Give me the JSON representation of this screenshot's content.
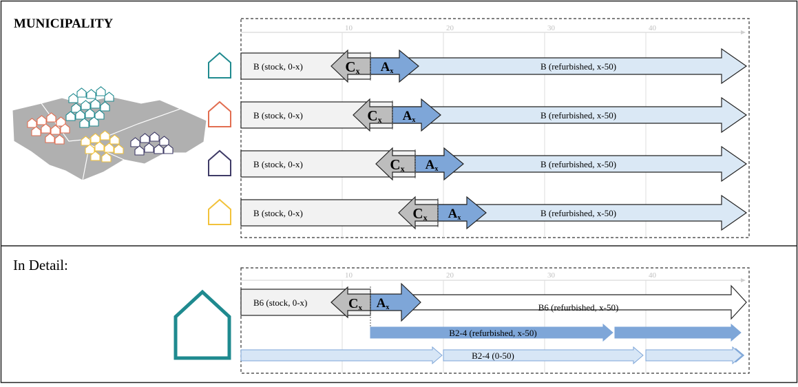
{
  "municipality": {
    "title": "MUNICIPALITY",
    "timeline_ticks": [
      "10",
      "20",
      "30",
      "40"
    ],
    "buildings": [
      {
        "color": "#1f8a8f",
        "stock_label": "B (stock, 0-x)",
        "refurb_label": "B (refurbished, x-50)",
        "c_label": "C",
        "a_label": "A",
        "sub": "x"
      },
      {
        "color": "#e26d50",
        "stock_label": "B (stock, 0-x)",
        "refurb_label": "B (refurbished, x-50)",
        "c_label": "C",
        "a_label": "A",
        "sub": "x"
      },
      {
        "color": "#3e3a66",
        "stock_label": "B (stock, 0-x)",
        "refurb_label": "B (refurbished, x-50)",
        "c_label": "C",
        "a_label": "A",
        "sub": "x"
      },
      {
        "color": "#f2c23a",
        "stock_label": "B (stock, 0-x)",
        "refurb_label": "B (refurbished, x-50)",
        "c_label": "C",
        "a_label": "A",
        "sub": "x"
      }
    ]
  },
  "detail": {
    "title": "In Detail:",
    "timeline_ticks": [
      "10",
      "20",
      "30",
      "40"
    ],
    "house_color": "#1f8a8f",
    "stock_label": "B6 (stock, 0-x)",
    "refurb_label": "B6 (refurbished, x-50)",
    "c_label": "C",
    "a_label": "A",
    "sub": "x",
    "b24_refurb_label": "B2-4 (refurbished, x-50)",
    "b24_label": "B2-4 (0-50)"
  },
  "colors": {
    "stock_fill": "#f2f2f2",
    "c_fill": "#bdbdbd",
    "a_fill": "#7ea6d8",
    "refurb_fill": "#dae8f5",
    "detail_refurb_fill": "#ffffff",
    "b24_refurb_fill": "#7ea6d8",
    "b24_fill": "#d7e6f6",
    "map_fill": "#b0b0b0"
  }
}
